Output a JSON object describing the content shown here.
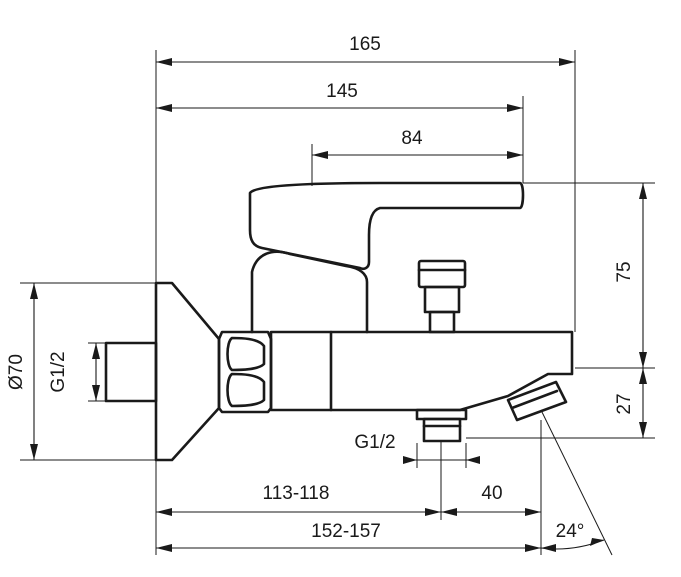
{
  "drawing": {
    "dimensions": {
      "overall_length": "165",
      "body_length": "145",
      "lever_length": "84",
      "lever_height": "75",
      "spout_height": "27",
      "rosette_diameter": "Ø70",
      "wall_thread": "G1/2",
      "outlet_thread": "G1/2",
      "outlet_distance": "113-118",
      "spout_offset": "40",
      "total_projection": "152-157",
      "spout_angle": "24°"
    }
  }
}
